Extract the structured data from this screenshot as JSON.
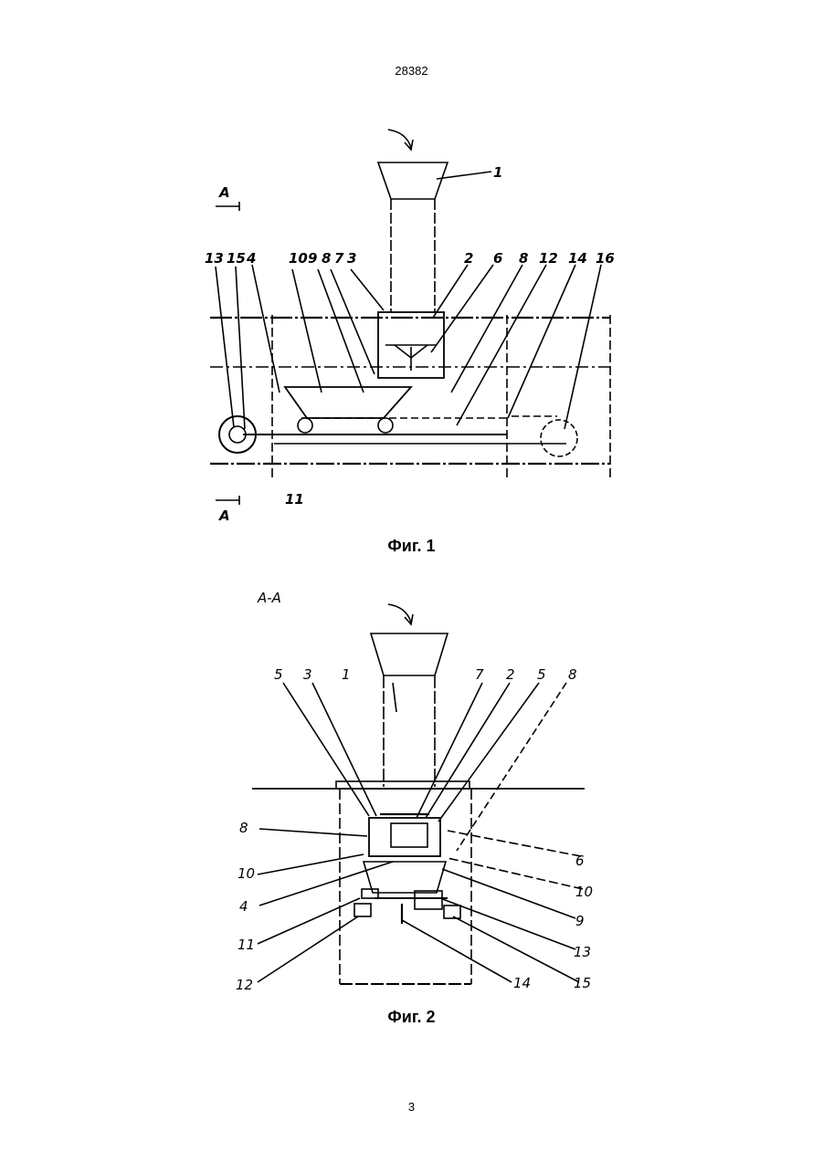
{
  "header": {
    "document_number": "28382"
  },
  "footer": {
    "page_number": "3"
  },
  "figure1": {
    "caption": "Фиг. 1",
    "section_marker": "A",
    "labels": {
      "l1": "1",
      "l2": "2",
      "l3": "3",
      "l4": "4",
      "l6": "6",
      "l7": "7",
      "l8a": "8",
      "l8b": "8",
      "l9": "9",
      "l10": "10",
      "l11": "11",
      "l12": "12",
      "l13": "13",
      "l14": "14",
      "l15": "15",
      "l16": "16"
    }
  },
  "figure2": {
    "caption": "Фиг. 2",
    "section_title": "А-А",
    "labels": {
      "l1": "1",
      "l2": "2",
      "l3": "3",
      "l4": "4",
      "l5a": "5",
      "l5b": "5",
      "l6": "6",
      "l7": "7",
      "l8a": "8",
      "l8b": "8",
      "l9": "9",
      "l10a": "10",
      "l10b": "10",
      "l11": "11",
      "l12": "12",
      "l13": "13",
      "l14": "14",
      "l15": "15"
    }
  }
}
